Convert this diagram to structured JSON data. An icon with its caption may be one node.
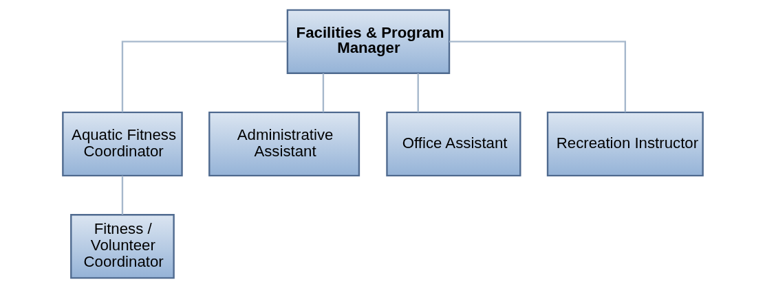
{
  "diagram": {
    "nodes": [
      {
        "text": [
          "Facilities & Program Manager"
        ]
      },
      {
        "text": [
          "Aquatic Fitness Coordinator"
        ]
      },
      {
        "text": [
          "Administrative Assistant"
        ]
      },
      {
        "text": [
          "Office Assistant"
        ]
      },
      {
        "text": [
          "Recreation Instructor"
        ]
      },
      {
        "text": [
          "Fitness / Volunteer Coordinator"
        ]
      }
    ],
    "edges": [
      {
        "from": 0,
        "to": 1,
        "arrow": "none"
      },
      {
        "from": 0,
        "to": 2,
        "arrow": "none"
      },
      {
        "from": 0,
        "to": 3,
        "arrow": "none"
      },
      {
        "from": 0,
        "to": 4,
        "arrow": "none"
      },
      {
        "from": 1,
        "to": 5,
        "arrow": "none"
      }
    ]
  }
}
